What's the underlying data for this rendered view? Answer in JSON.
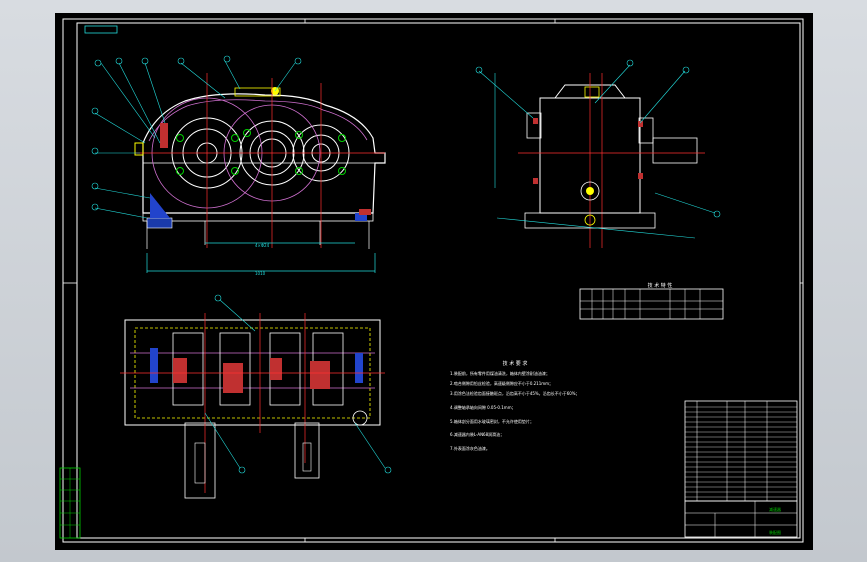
{
  "drawing": {
    "title_tag": "",
    "note_heading": "技   术   要   求",
    "spec_heading": "技   术   特   性",
    "notes": [
      "1.装配前，所有零件用煤油清洗，箱体内壁涂耐油油漆；",
      "2.啮合侧隙用铅丝检验，高速级侧隙应不小于0.211mm；",
      "3.用涂色法检验齿面接触斑点，沿齿高不小于45%，沿齿长不小于60%；",
      "4.调整轴承轴向间隙 0.05-0.1mm；",
      "5.箱体剖分面用水玻璃密封，不允许使用垫片；",
      "6.减速器内装L-AN68润滑油；",
      "7.外表面涂灰色油漆。"
    ],
    "dimension_labels": [
      "1010",
      "4×Φ24"
    ],
    "title_block_name": "减速器",
    "sheet_label": "装配图"
  }
}
